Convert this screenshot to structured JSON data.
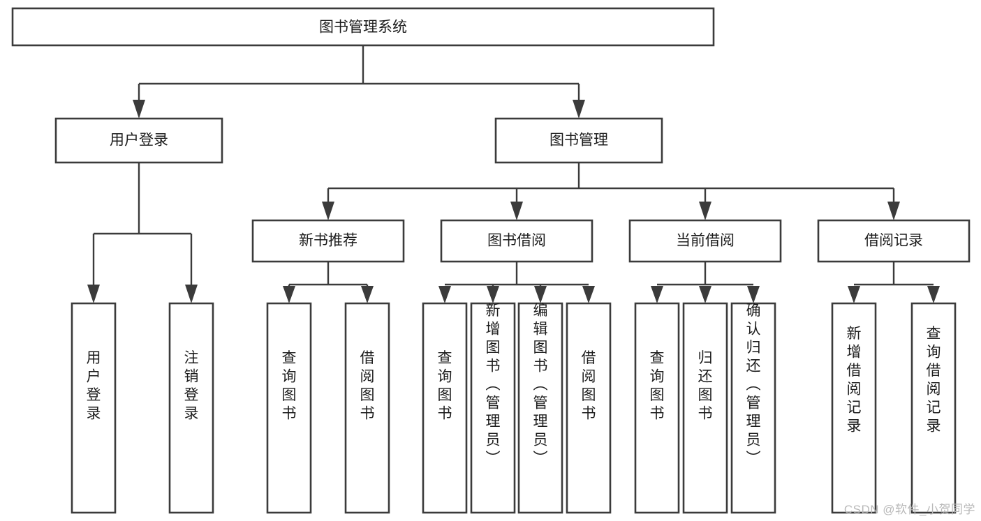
{
  "diagram": {
    "type": "tree-hierarchy",
    "title": "图书管理系统",
    "orientation": "top-down",
    "text_direction_leaves": "vertical",
    "watermark": "CSDN @软件_小贺同学",
    "colors": {
      "box_fill": "#ffffff",
      "box_stroke": "#3b3b3b",
      "text": "#1c1c1c",
      "connector": "#3b3b3b",
      "background": "#ffffff",
      "watermark": "#b9b9b9"
    },
    "root": {
      "id": "root",
      "label": "图书管理系统"
    },
    "level2": [
      {
        "id": "user-login",
        "label": "用户登录"
      },
      {
        "id": "book-management",
        "label": "图书管理"
      }
    ],
    "level3": [
      {
        "id": "new-book-recommend",
        "label": "新书推荐",
        "parent": "book-management"
      },
      {
        "id": "book-borrow",
        "label": "图书借阅",
        "parent": "book-management"
      },
      {
        "id": "current-borrow",
        "label": "当前借阅",
        "parent": "book-management"
      },
      {
        "id": "borrow-record",
        "label": "借阅记录",
        "parent": "book-management"
      }
    ],
    "leaves": [
      {
        "id": "leaf-user-login",
        "label": "用户登录",
        "parent": "user-login"
      },
      {
        "id": "leaf-user-logout",
        "label": "注销登录",
        "parent": "user-login"
      },
      {
        "id": "leaf-query-book-1",
        "label": "查询图书",
        "parent": "new-book-recommend"
      },
      {
        "id": "leaf-borrow-book-1",
        "label": "借阅图书",
        "parent": "new-book-recommend"
      },
      {
        "id": "leaf-query-book-2",
        "label": "查询图书",
        "parent": "book-borrow"
      },
      {
        "id": "leaf-add-book",
        "label": "新增图书（管理员）",
        "parent": "book-borrow"
      },
      {
        "id": "leaf-edit-book",
        "label": "编辑图书（管理员）",
        "parent": "book-borrow"
      },
      {
        "id": "leaf-borrow-book-2",
        "label": "借阅图书",
        "parent": "book-borrow"
      },
      {
        "id": "leaf-query-book-3",
        "label": "查询图书",
        "parent": "current-borrow"
      },
      {
        "id": "leaf-return-book",
        "label": "归还图书",
        "parent": "current-borrow"
      },
      {
        "id": "leaf-confirm-return",
        "label": "确认归还（管理员）",
        "parent": "current-borrow"
      },
      {
        "id": "leaf-add-record",
        "label": "新增借阅记录",
        "parent": "borrow-record"
      },
      {
        "id": "leaf-query-record",
        "label": "查询借阅记录",
        "parent": "borrow-record"
      }
    ]
  }
}
